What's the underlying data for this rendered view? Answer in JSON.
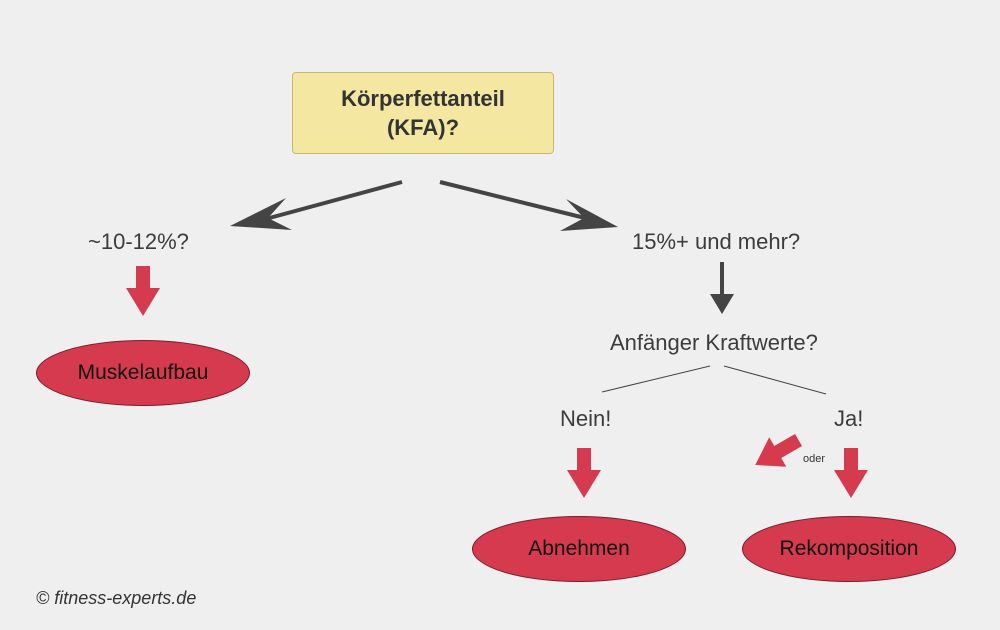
{
  "question": {
    "line1": "Körperfettanteil",
    "line2": "(KFA)?"
  },
  "branch_left": "~10-12%?",
  "branch_right": "15%+ und mehr?",
  "sub_question": "Anfänger Kraftwerte?",
  "answer_no": "Nein!",
  "answer_yes": "Ja!",
  "result_left": "Muskelaufbau",
  "result_no": "Abnehmen",
  "result_yes": "Rekomposition",
  "or_label": "oder",
  "copyright": "© fitness-experts.de",
  "colors": {
    "background": "#efefef",
    "question_box": "#f3e7a2",
    "result_oval": "#d63a4e",
    "red_arrow": "#d63a4e",
    "dark_arrow": "#444444"
  }
}
